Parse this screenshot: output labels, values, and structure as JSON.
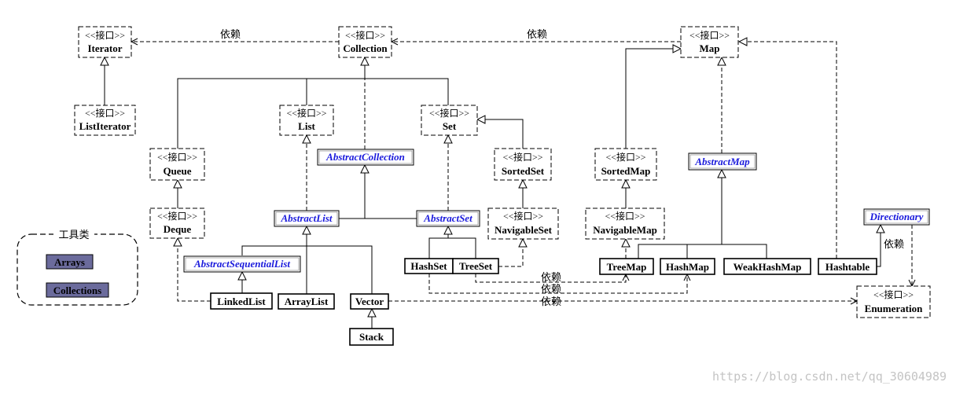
{
  "stereotype": "<<接口>>",
  "dependency_label": "依赖",
  "tools_title": "工具类",
  "interfaces": {
    "iterator": "Iterator",
    "list_iterator": "ListIterator",
    "collection": "Collection",
    "map": "Map",
    "list": "List",
    "set": "Set",
    "queue": "Queue",
    "deque": "Deque",
    "sorted_set": "SortedSet",
    "navigable_set": "NavigableSet",
    "sorted_map": "SortedMap",
    "navigable_map": "NavigableMap",
    "enumeration": "Enumeration"
  },
  "abstract_classes": {
    "abstract_collection": "AbstractCollection",
    "abstract_list": "AbstractList",
    "abstract_set": "AbstractSet",
    "abstract_sequential_list": "AbstractSequentialList",
    "abstract_map": "AbstractMap",
    "directionary": "Directionary"
  },
  "classes": {
    "linked_list": "LinkedList",
    "array_list": "ArrayList",
    "vector": "Vector",
    "stack": "Stack",
    "hash_set": "HashSet",
    "tree_set": "TreeSet",
    "tree_map": "TreeMap",
    "hash_map": "HashMap",
    "weak_hash_map": "WeakHashMap",
    "hashtable": "Hashtable"
  },
  "tools": {
    "arrays": "Arrays",
    "collections": "Collections"
  },
  "colors": {
    "abstract_text": "#1a1adc",
    "tool_fill": "#6b6b9c",
    "watermark": "#c4c4c4"
  },
  "watermark": "https://blog.csdn.net/qq_30604989"
}
